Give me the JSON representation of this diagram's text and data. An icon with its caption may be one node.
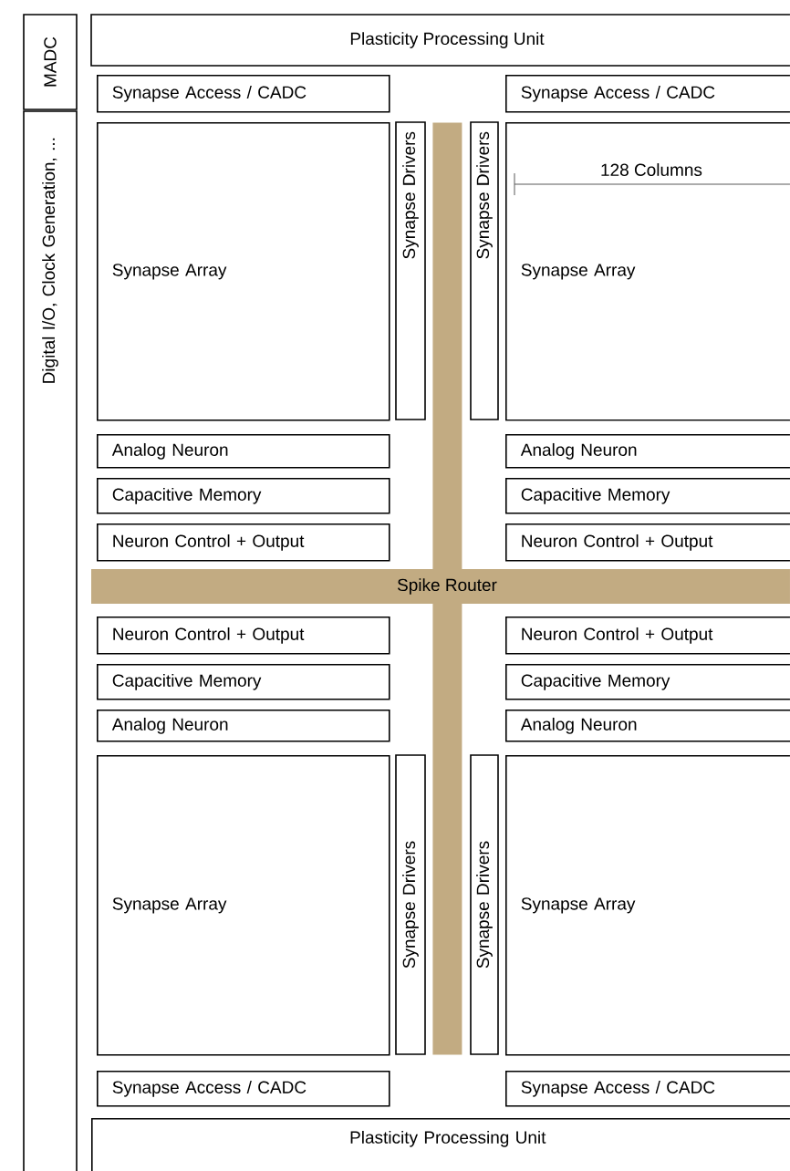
{
  "diagram": {
    "nodes": [
      {
        "text": [
          "MADC"
        ]
      },
      {
        "text": [
          "Plasticity Processing Unit"
        ]
      },
      {
        "text": [
          "Synapse Access / CADC"
        ]
      },
      {
        "text": [
          "Synapse Access / CADC"
        ]
      },
      {
        "text": [
          "Digital I/O, Clock Generation, ..."
        ]
      },
      {
        "text": [
          "Synapse Array"
        ]
      },
      {
        "text": [
          "Synapse Drivers"
        ]
      },
      {
        "text": [
          "Synapse Drivers"
        ]
      },
      {
        "text": [
          "Synapse Array"
        ]
      },
      {
        "text": [
          "Analog Neuron"
        ]
      },
      {
        "text": [
          "Analog Neuron"
        ]
      },
      {
        "text": [
          "Capacitive Memory"
        ]
      },
      {
        "text": [
          "Capacitive Memory"
        ]
      },
      {
        "text": [
          "Neuron Control + Output"
        ]
      },
      {
        "text": [
          "Neuron Control + Output"
        ]
      },
      {
        "text": [
          "Spike Router"
        ]
      },
      {
        "text": [
          "Neuron Control + Output"
        ]
      },
      {
        "text": [
          "Neuron Control + Output"
        ]
      },
      {
        "text": [
          "Capacitive Memory"
        ]
      },
      {
        "text": [
          "Capacitive Memory"
        ]
      },
      {
        "text": [
          "Analog Neuron"
        ]
      },
      {
        "text": [
          "Analog Neuron"
        ]
      },
      {
        "text": [
          "Synapse Array"
        ]
      },
      {
        "text": [
          "Synapse Drivers"
        ]
      },
      {
        "text": [
          "Synapse Drivers"
        ]
      },
      {
        "text": [
          "Synapse Array"
        ]
      },
      {
        "text": [
          "Synapse Access / CADC"
        ]
      },
      {
        "text": [
          "Synapse Access / CADC"
        ]
      },
      {
        "text": [
          "Plasticity Processing Unit"
        ]
      },
      {
        "text": [],
        "shape": "bar"
      }
    ],
    "labels": [
      "128 Columns"
    ]
  }
}
